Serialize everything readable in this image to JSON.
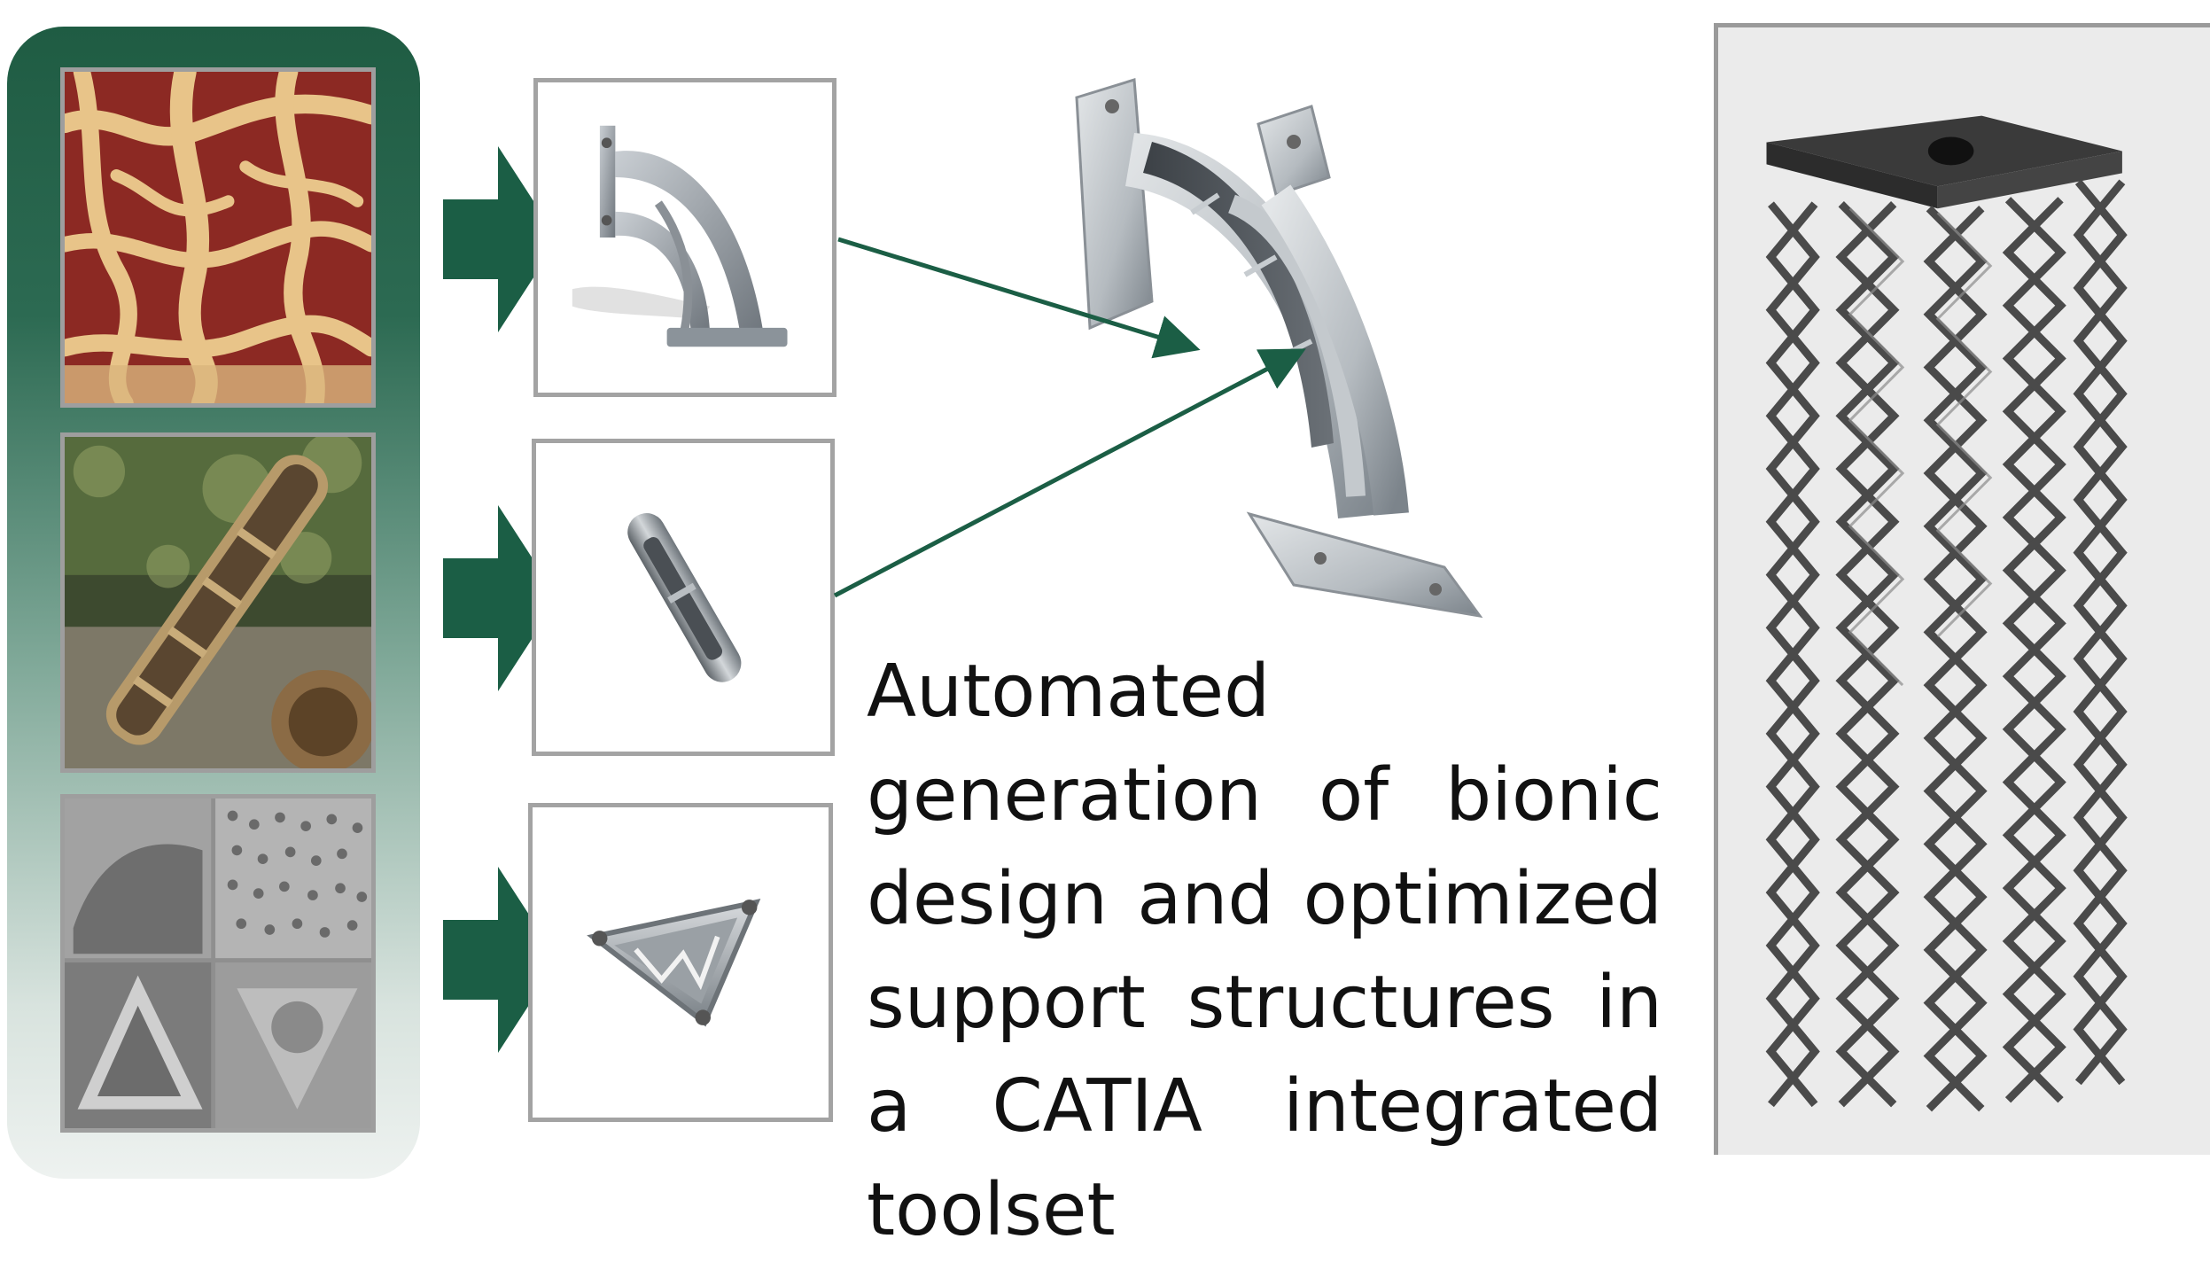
{
  "caption": {
    "text": "Automated generation of bionic design and optimized support structures in a CATIA integrated toolset"
  },
  "icons": {
    "arrow": "block-right-arrow-icon",
    "connector": "line-arrow-icon"
  },
  "colors": {
    "accent_green": "#1b5e45",
    "panel_gradient_top": "#1f5c43",
    "panel_gradient_bottom": "#eef2f0",
    "frame_gray": "#a3a3a3"
  },
  "images": [
    "bone-trabecular-structure",
    "hollow-plant-stem",
    "diatom-micrographs",
    "bracket-topology-model",
    "hollow-strut-section",
    "triangular-ribbed-node",
    "bionic-bracket-part",
    "metal-lattice-tower"
  ]
}
